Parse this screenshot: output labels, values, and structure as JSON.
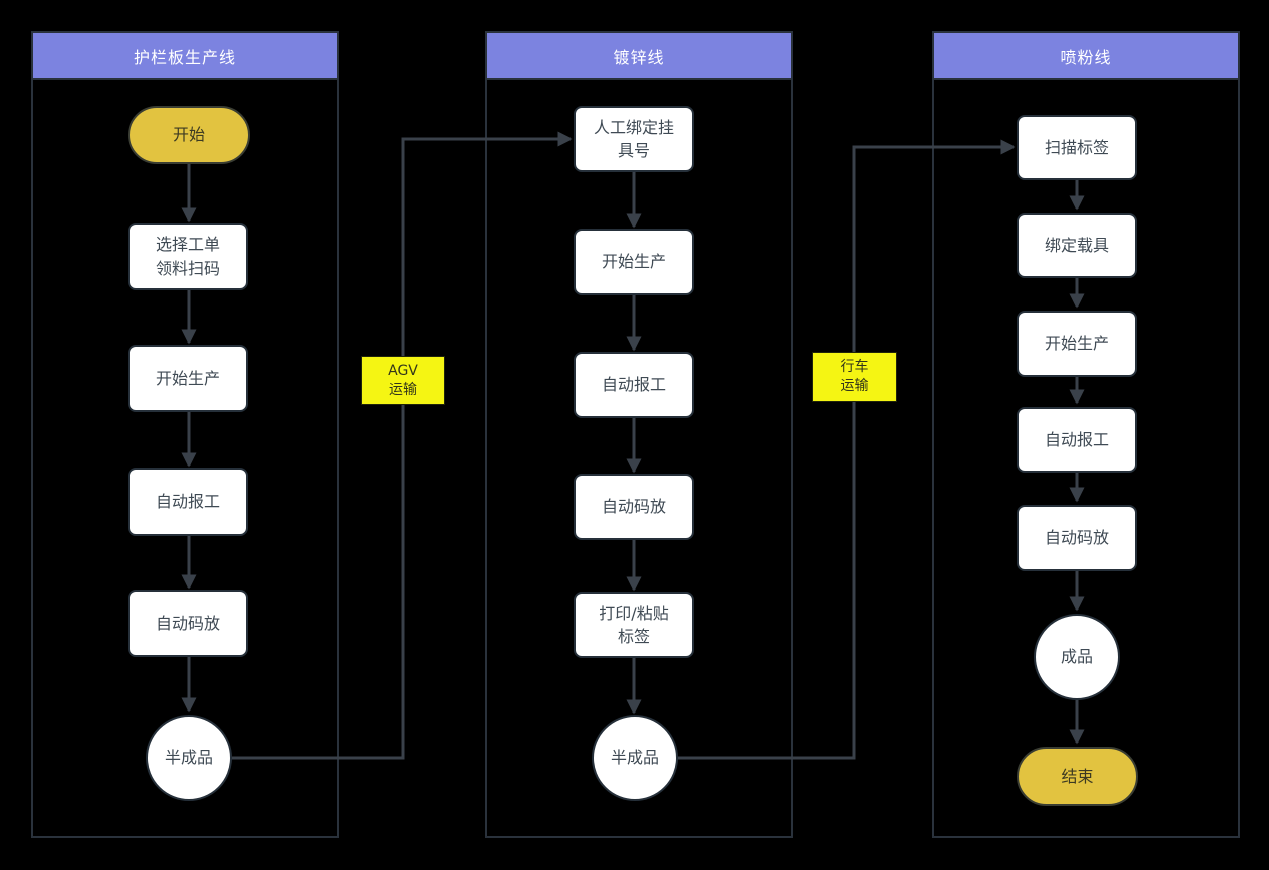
{
  "diagram": {
    "background": "#000000",
    "colors": {
      "lane_header_fill": "#7c83e0",
      "lane_header_text": "#ffffff",
      "lane_border": "#2a323c",
      "node_fill": "#ffffff",
      "node_border": "#26303a",
      "node_text": "#3f4a54",
      "terminal_fill": "#e2c340",
      "connector": "#3a414a",
      "transport_fill": "#f5f513"
    },
    "lanes": [
      {
        "title": "护栏板生产线",
        "nodes": [
          {
            "type": "terminal",
            "label": "开始"
          },
          {
            "type": "process",
            "label": "选择工单\n领料扫码"
          },
          {
            "type": "process",
            "label": "开始生产"
          },
          {
            "type": "process",
            "label": "自动报工"
          },
          {
            "type": "process",
            "label": "自动码放"
          },
          {
            "type": "circle",
            "label": "半成品"
          }
        ]
      },
      {
        "title": "镀锌线",
        "nodes": [
          {
            "type": "process",
            "label": "人工绑定挂\n具号"
          },
          {
            "type": "process",
            "label": "开始生产"
          },
          {
            "type": "process",
            "label": "自动报工"
          },
          {
            "type": "process",
            "label": "自动码放"
          },
          {
            "type": "process",
            "label": "打印/粘贴\n标签"
          },
          {
            "type": "circle",
            "label": "半成品"
          }
        ]
      },
      {
        "title": "喷粉线",
        "nodes": [
          {
            "type": "process",
            "label": "扫描标签"
          },
          {
            "type": "process",
            "label": "绑定载具"
          },
          {
            "type": "process",
            "label": "开始生产"
          },
          {
            "type": "process",
            "label": "自动报工"
          },
          {
            "type": "process",
            "label": "自动码放"
          },
          {
            "type": "circle",
            "label": "成品"
          },
          {
            "type": "terminal",
            "label": "结束"
          }
        ]
      }
    ],
    "transports": [
      {
        "label": "AGV\n运输"
      },
      {
        "label": "行车\n运输"
      }
    ]
  }
}
